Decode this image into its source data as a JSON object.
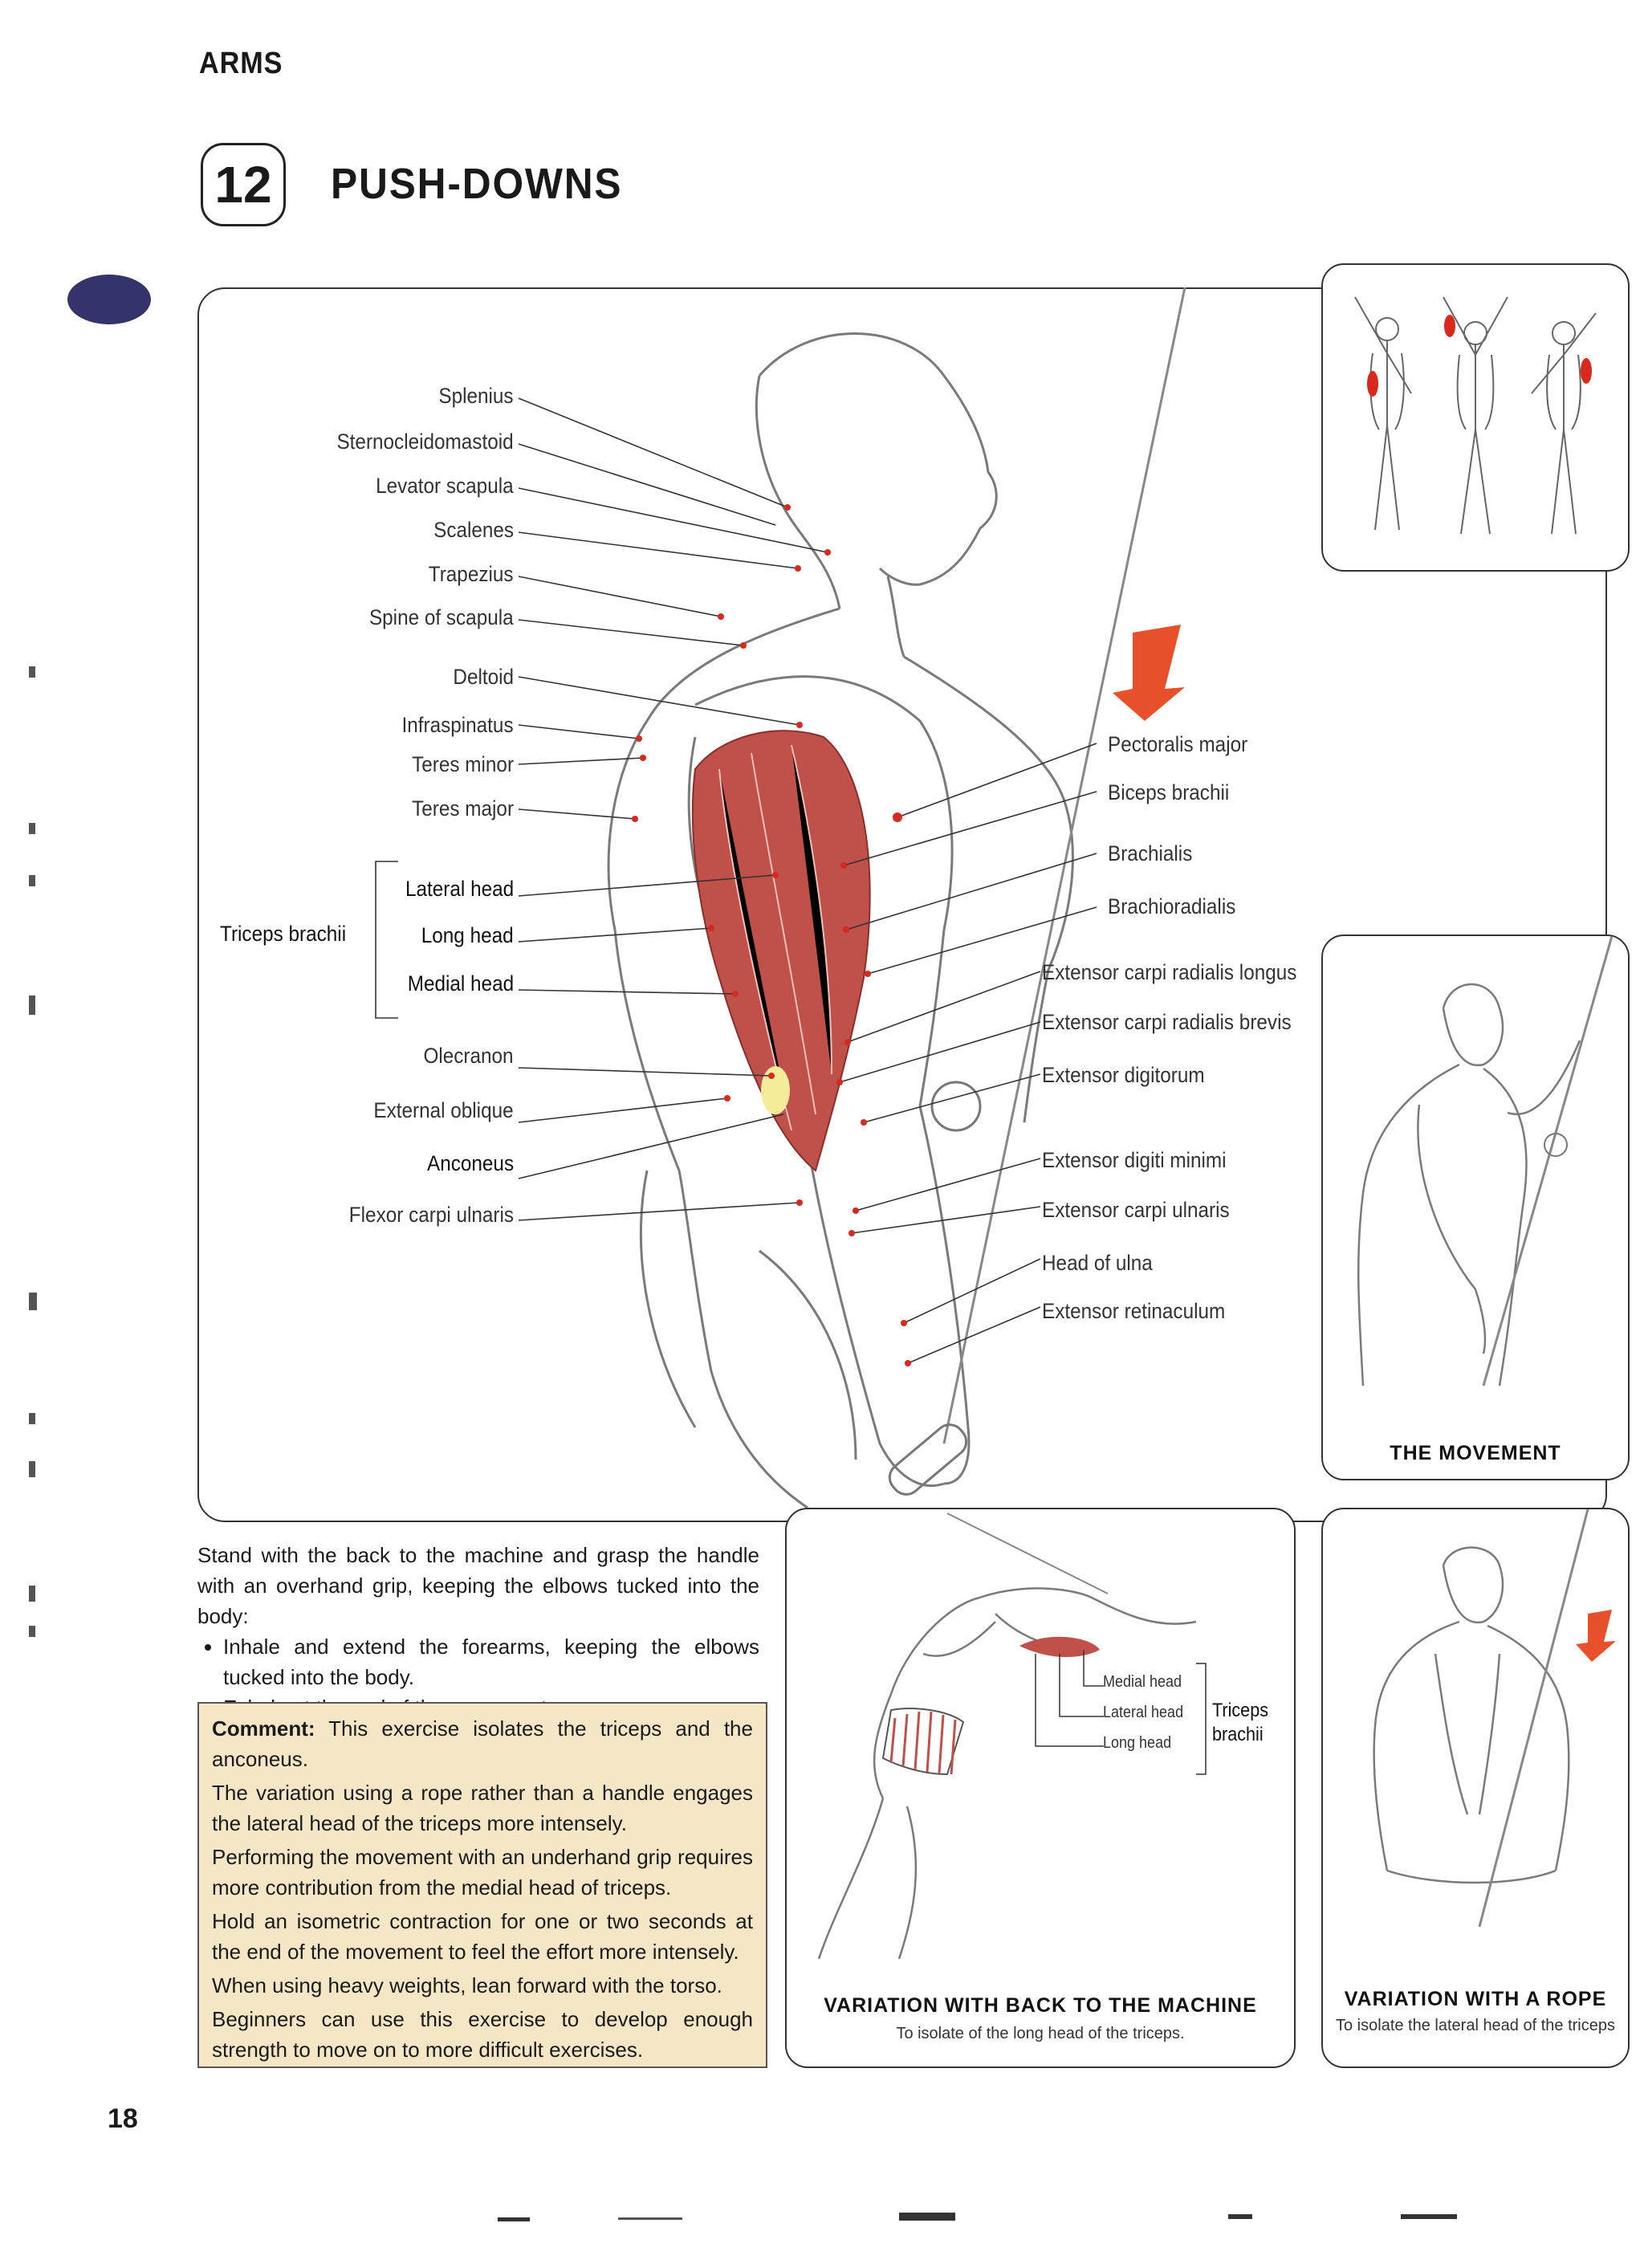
{
  "header": {
    "section": "ARMS",
    "exercise_number": "12",
    "exercise_title": "PUSH-DOWNS"
  },
  "labels_left": {
    "splenius": "Splenius",
    "sternocleidomastoid": "Sternocleidomastoid",
    "levator_scapula": "Levator scapula",
    "scalenes": "Scalenes",
    "trapezius": "Trapezius",
    "spine_of_scapula": "Spine of scapula",
    "deltoid": "Deltoid",
    "infraspinatus": "Infraspinatus",
    "teres_minor": "Teres minor",
    "teres_major": "Teres major",
    "triceps_group": "Triceps brachii",
    "lateral_head": "Lateral head",
    "long_head": "Long head",
    "medial_head": "Medial head",
    "olecranon": "Olecranon",
    "external_oblique": "External oblique",
    "anconeus": "Anconeus",
    "flexor_carpi_ulnaris": "Flexor carpi ulnaris"
  },
  "labels_right": {
    "pectoralis_major": "Pectoralis major",
    "biceps_brachii": "Biceps brachii",
    "brachialis": "Brachialis",
    "brachioradialis": "Brachioradialis",
    "ecr_longus": "Extensor carpi radialis longus",
    "ecr_brevis": "Extensor carpi radialis brevis",
    "extensor_digitorum": "Extensor digitorum",
    "extensor_digiti_minimi": "Extensor digiti minimi",
    "extensor_carpi_ulnaris": "Extensor carpi ulnaris",
    "head_of_ulna": "Head of ulna",
    "extensor_retinaculum": "Extensor retinaculum"
  },
  "movement_panel": {
    "caption": "THE MOVEMENT"
  },
  "instructions": {
    "intro": "Stand with the back to the machine and grasp the handle with an overhand grip, keeping the elbows tucked into the body:",
    "steps": [
      "Inhale and extend the forearms, keeping the elbows tucked into the body.",
      "Exhale at the end of the movement."
    ]
  },
  "comment": {
    "label": "Comment:",
    "lead": "This exercise isolates the triceps and the anconeus.",
    "paragraphs": [
      "The variation using a rope rather than a handle engages the lateral head of the triceps more intensely.",
      "Performing the movement with an underhand grip requires more contribution from the medial head of triceps.",
      "Hold an isometric contraction for one or two seconds at the end of the movement to feel the effort more intensely.",
      "When using heavy weights, lean forward with the torso.",
      "Beginners can use this exercise to develop enough strength to move on to more difficult exercises."
    ]
  },
  "variation_machine": {
    "labels": {
      "medial_head": "Medial head",
      "lateral_head": "Lateral head",
      "long_head": "Long head",
      "group": "Triceps brachii"
    },
    "title": "VARIATION WITH BACK TO THE MACHINE",
    "subtitle": "To isolate of the long head of the triceps."
  },
  "variation_rope": {
    "title": "VARIATION WITH A ROPE",
    "subtitle": "To isolate the lateral head of the triceps"
  },
  "page_number": "18",
  "colors": {
    "muscle_red": "#c0504a",
    "arrow_red": "#e8502c",
    "comment_bg": "#f5e7c6",
    "tab_blue": "#34346a",
    "leader_dot": "#d42a1f"
  }
}
